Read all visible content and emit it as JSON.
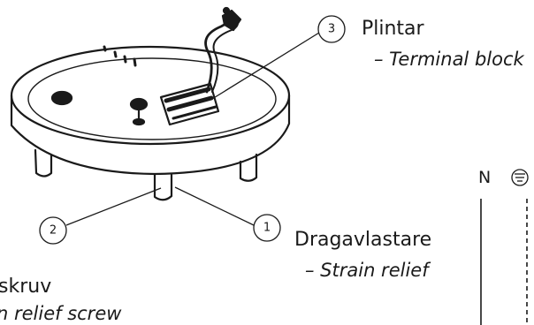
{
  "callouts": [
    {
      "number": "1",
      "label_sv": "Dragavlastare",
      "label_en": "– Strain relief"
    },
    {
      "number": "2",
      "label_sv": "skruv",
      "label_en": "n relief screw"
    },
    {
      "number": "3",
      "label_sv": "Plintar",
      "label_en": "– Terminal block"
    }
  ],
  "wiring": {
    "neutral_label": "N",
    "earth_symbol": "protective-earth-icon"
  }
}
